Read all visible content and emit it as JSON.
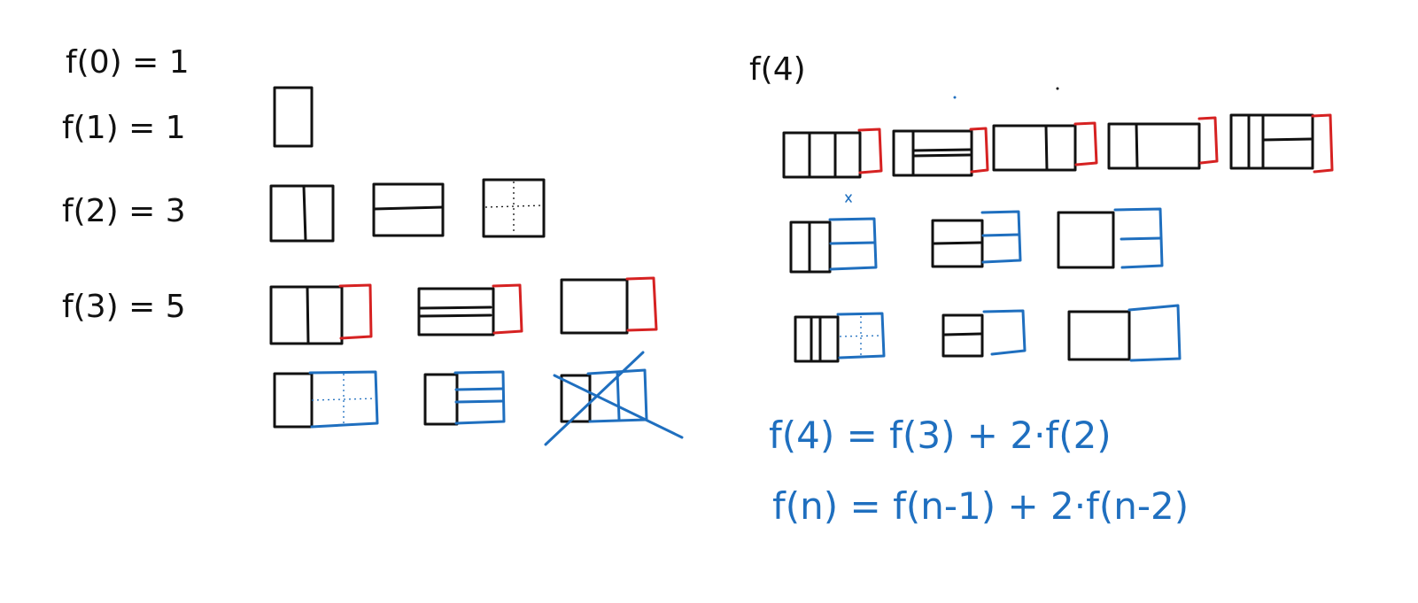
{
  "colors": {
    "background": "#ffffff",
    "ink": "#111111",
    "added_vertical_tile": "#d62222",
    "added_square_tiles": "#1f6fbf"
  },
  "left_panel": {
    "f0": "f(0) = 1",
    "f1": "f(1) = 1",
    "f2": "f(2) = 3",
    "f3": "f(3) = 5"
  },
  "right_panel": {
    "heading": "f(4)",
    "equation_1": "f(4) = f(3) + 2·f(2)",
    "equation_2": "f(n) = f(n-1) + 2·f(n-2)"
  }
}
